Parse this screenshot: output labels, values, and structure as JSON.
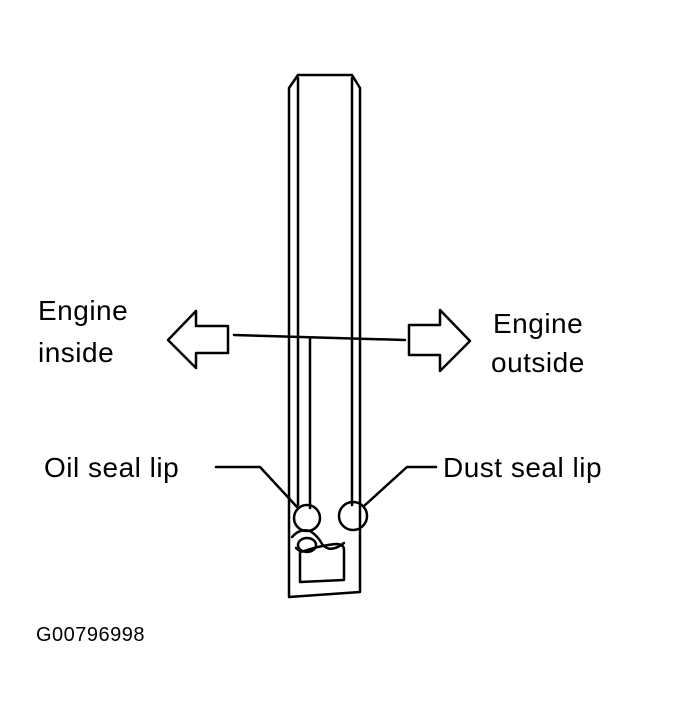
{
  "labels": {
    "engine_inside_line1": "Engine",
    "engine_inside_line2": "inside",
    "engine_outside_line1": "Engine",
    "engine_outside_line2": "outside",
    "oil_seal_lip": "Oil seal lip",
    "dust_seal_lip": "Dust seal lip",
    "figure_id": "G00796998"
  },
  "colors": {
    "ink": "#000000",
    "background": "#ffffff"
  }
}
